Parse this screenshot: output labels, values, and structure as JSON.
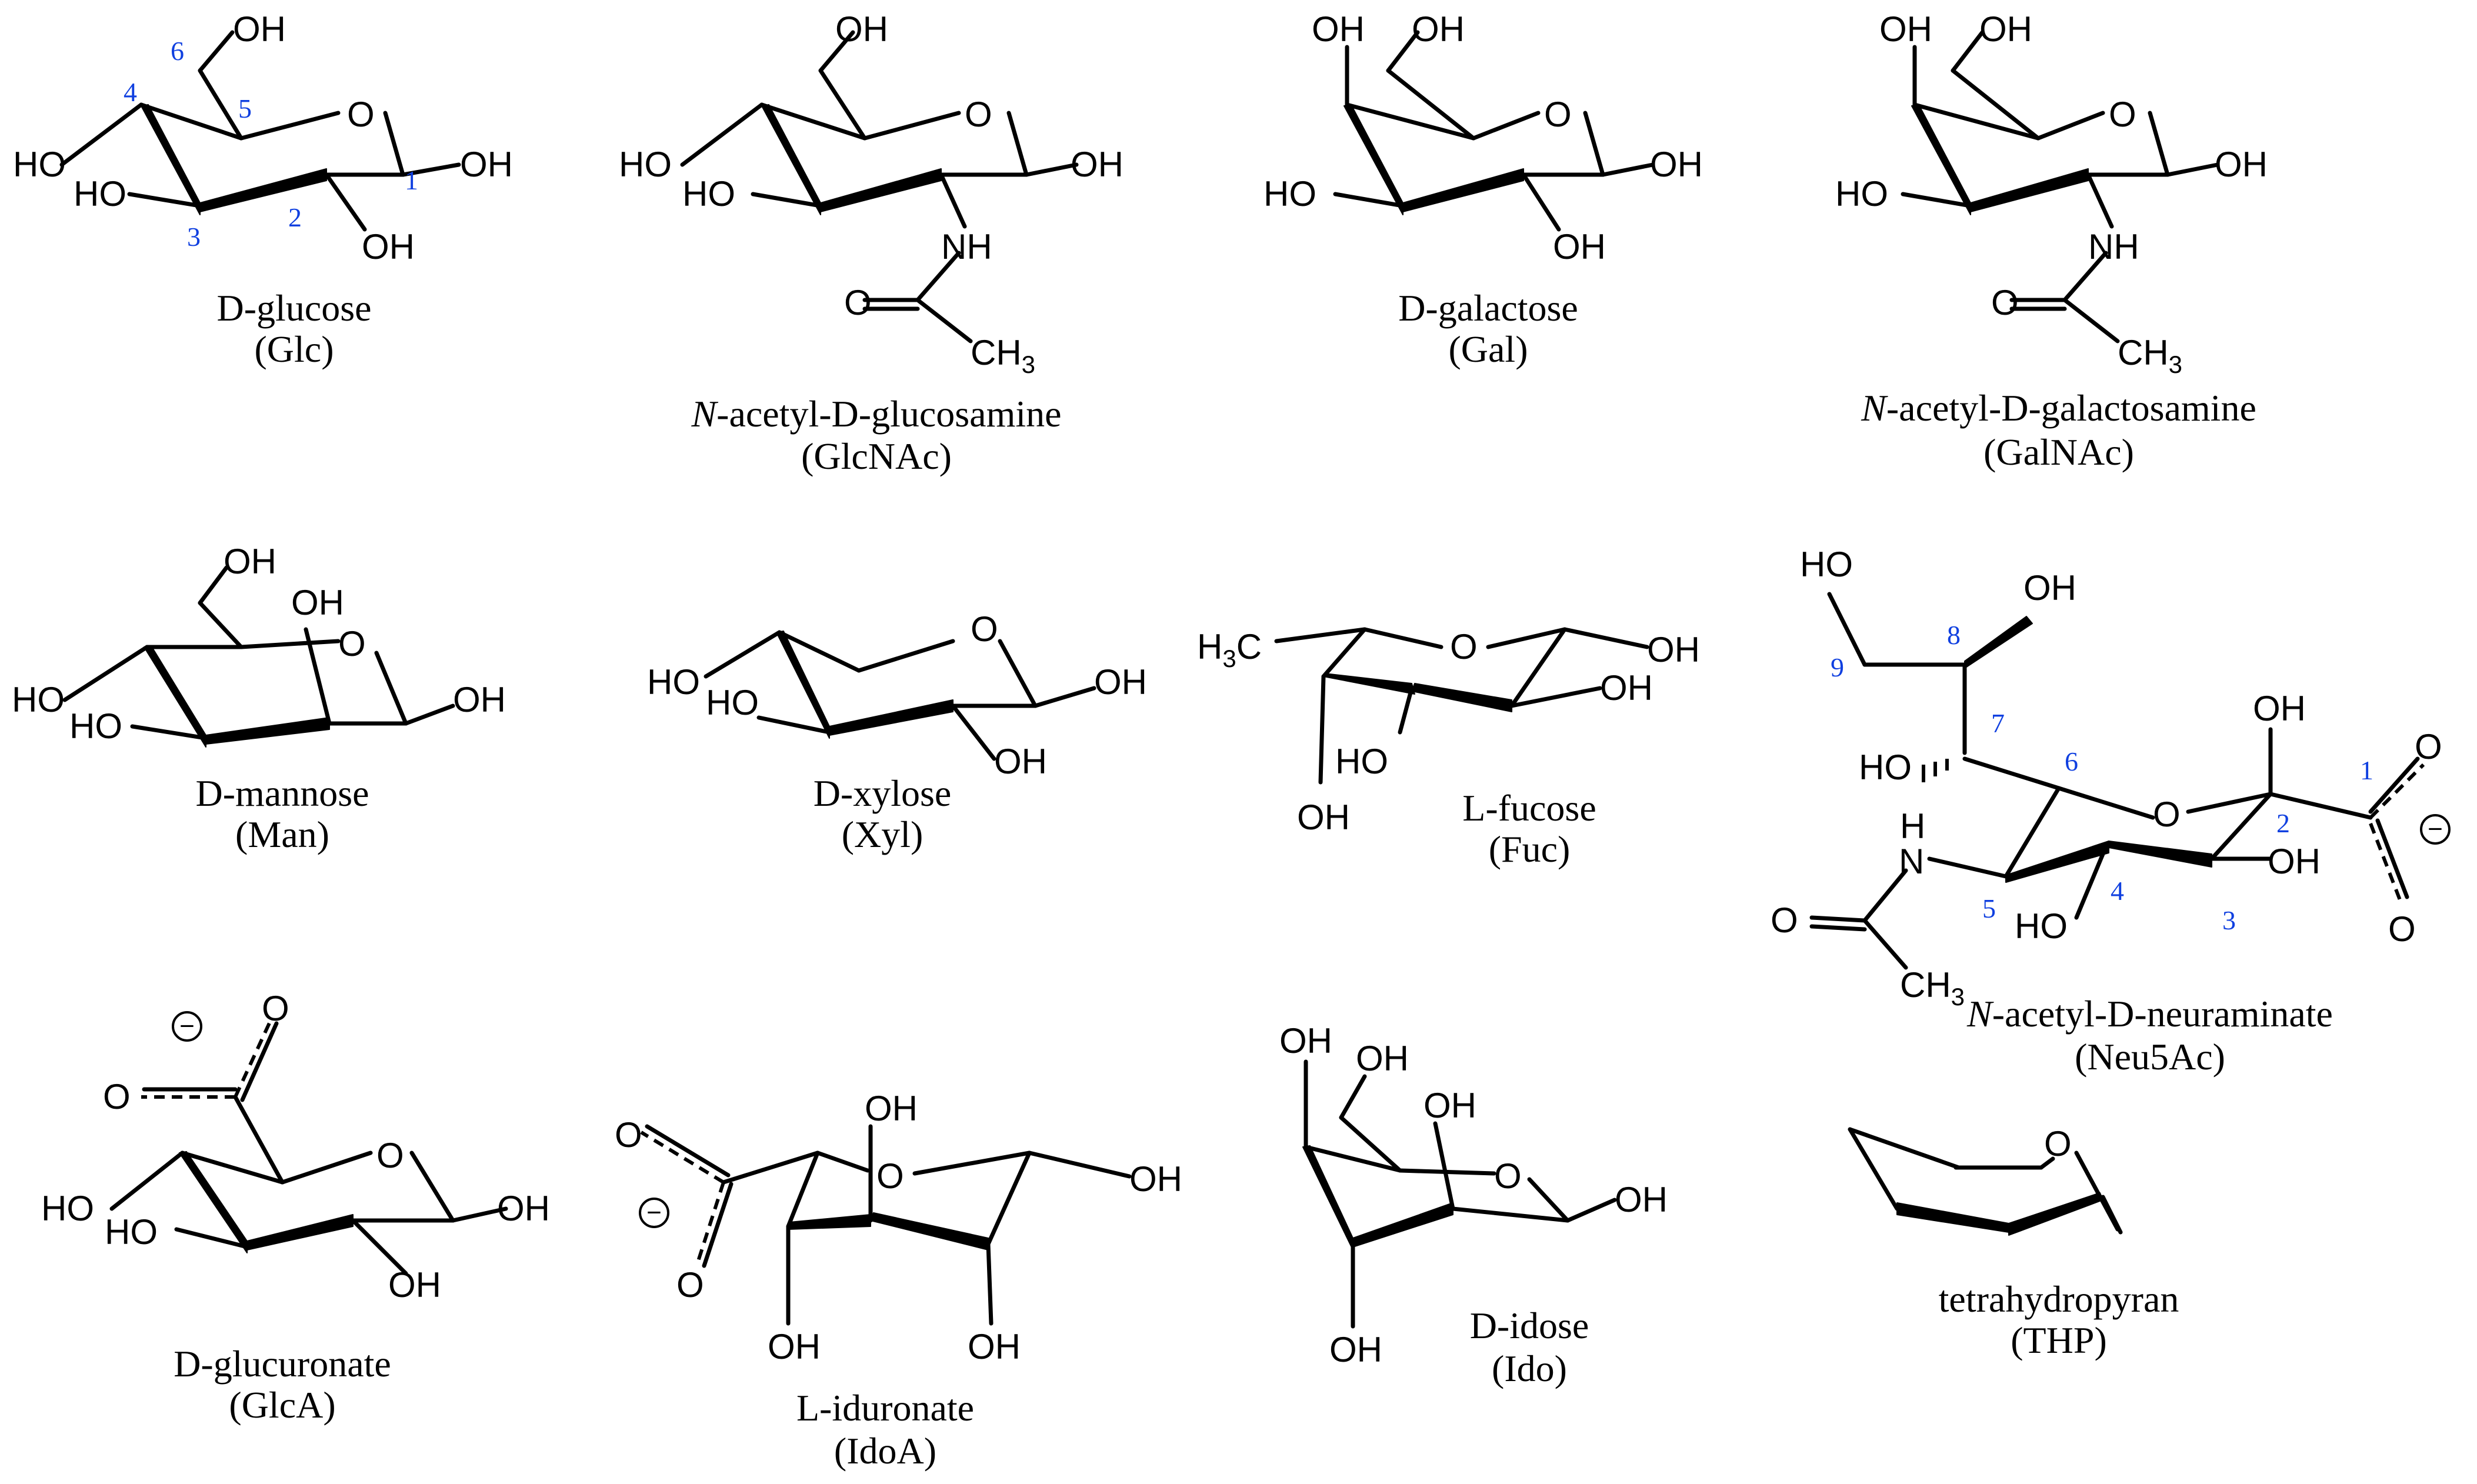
{
  "atoms": {
    "oh": "OH",
    "ho": "HO",
    "o": "O",
    "nh": "NH",
    "h": "H",
    "n": "N",
    "ch3_c": "CH",
    "ch3_n": "3",
    "h3c_h": "H",
    "h3c_n": "3",
    "h3c_c": "C",
    "minus": "−"
  },
  "molecules": [
    {
      "name_prefix": "",
      "name": "D-glucose",
      "abbr": "(Glc)",
      "numbers": [
        "1",
        "2",
        "3",
        "4",
        "5",
        "6"
      ]
    },
    {
      "name_prefix": "N",
      "name": "-acetyl-D-glucosamine",
      "abbr": "(GlcNAc)"
    },
    {
      "name_prefix": "",
      "name": "D-galactose",
      "abbr": "(Gal)"
    },
    {
      "name_prefix": "N",
      "name": "-acetyl-D-galactosamine",
      "abbr": "(GalNAc)"
    },
    {
      "name_prefix": "",
      "name": "D-mannose",
      "abbr": "(Man)"
    },
    {
      "name_prefix": "",
      "name": "D-xylose",
      "abbr": "(Xyl)"
    },
    {
      "name_prefix": "",
      "name": "L-fucose",
      "abbr": "(Fuc)"
    },
    {
      "name_prefix": "N",
      "name": "-acetyl-D-neuraminate",
      "abbr": "(Neu5Ac)",
      "numbers": [
        "1",
        "2",
        "3",
        "4",
        "5",
        "6",
        "7",
        "8",
        "9"
      ]
    },
    {
      "name_prefix": "",
      "name": "D-glucuronate",
      "abbr": "(GlcA)"
    },
    {
      "name_prefix": "",
      "name": "L-iduronate",
      "abbr": "(IdoA)"
    },
    {
      "name_prefix": "",
      "name": "D-idose",
      "abbr": "(Ido)"
    },
    {
      "name_prefix": "",
      "name": "tetrahydropyran",
      "abbr": "(THP)"
    }
  ],
  "colors": {
    "structure": "#000000",
    "atom_numbers": "#1040e0",
    "background": "#ffffff"
  }
}
